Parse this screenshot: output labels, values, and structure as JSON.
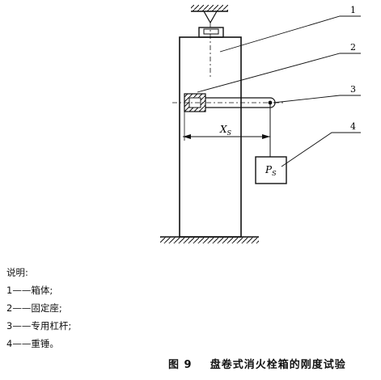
{
  "callouts": [
    "1",
    "2",
    "3",
    "4"
  ],
  "dimension_label": "X",
  "dimension_sub": "S",
  "weight_label": "P",
  "weight_sub": "S",
  "legend": {
    "heading": "说明:",
    "items": [
      "1——箱体;",
      "2——固定座;",
      "3——专用杠杆;",
      "4——重锤。"
    ]
  },
  "caption": {
    "number": "图 9",
    "title": "盘卷式消火栓箱的刚度试验"
  }
}
